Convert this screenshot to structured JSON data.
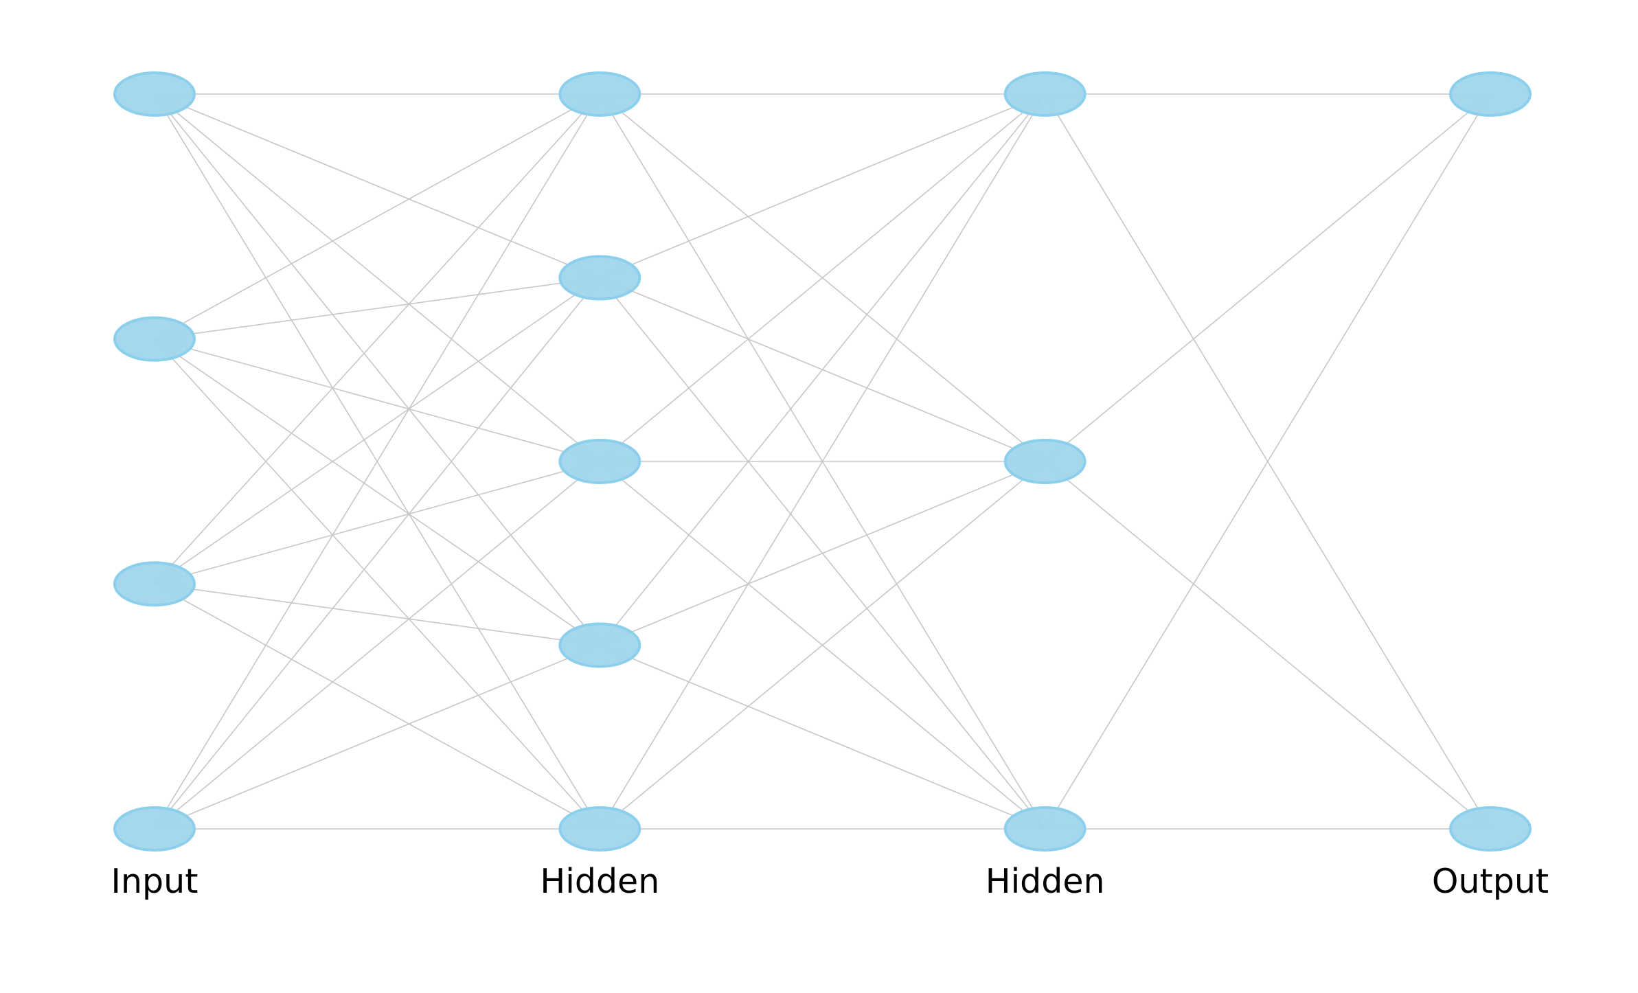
{
  "colors": {
    "node_fill": "#a0d6ec",
    "node_stroke": "#8ccfec",
    "edge": "#c7c7c7",
    "label": "#000000",
    "background": "#ffffff"
  },
  "network": {
    "type": "fully-connected feedforward neural network",
    "layers": [
      {
        "label": "Input",
        "neurons": 4
      },
      {
        "label": "Hidden",
        "neurons": 5
      },
      {
        "label": "Hidden",
        "neurons": 3
      },
      {
        "label": "Output",
        "neurons": 2
      }
    ]
  }
}
